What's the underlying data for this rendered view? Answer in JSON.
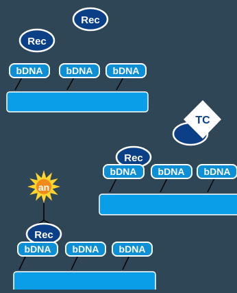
{
  "labels": {
    "rec": "Rec",
    "bdna": "bDNA",
    "tc": "TC",
    "an": "an"
  },
  "colors": {
    "background": "#2e4655",
    "strip": "#0a9de8",
    "tag_fill": "#0d8fd6",
    "rec_fill": "#0b3f86",
    "outline": "#ffffff",
    "tc_fill": "#ffffff",
    "tc_text": "#0b3f86",
    "burst_outer": "#ffd52e",
    "burst_inner": "#f08a1c",
    "connector": "#000000"
  }
}
